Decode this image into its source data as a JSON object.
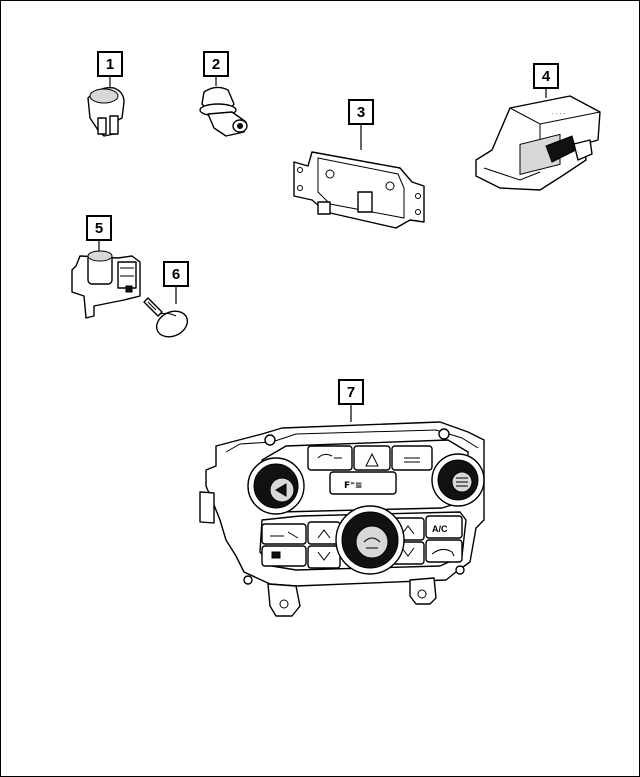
{
  "callouts": [
    {
      "label": "1"
    },
    {
      "label": "2"
    },
    {
      "label": "3"
    },
    {
      "label": "4"
    },
    {
      "label": "5"
    },
    {
      "label": "6"
    },
    {
      "label": "7"
    }
  ],
  "panel_text": {
    "ac_button": "A/C"
  }
}
